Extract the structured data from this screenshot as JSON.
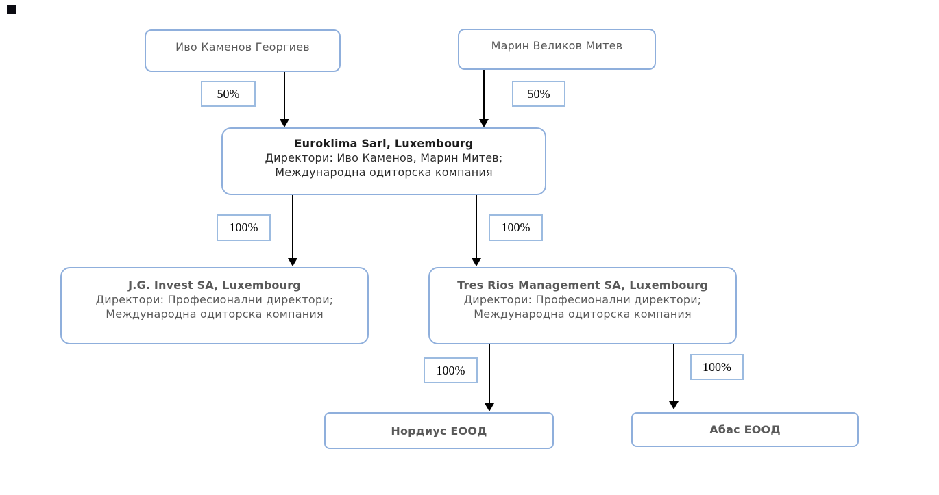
{
  "diagram": {
    "type": "ownership-structure-chart",
    "colors": {
      "node_border": "#8FAFDC",
      "label_border": "#9CBBE0",
      "node_text": "#595959",
      "dark_text": "#1c1c1c",
      "arrow": "#000000",
      "background": "#ffffff"
    },
    "nodes": {
      "person1": {
        "label": "Иво Каменов Георгиев"
      },
      "person2": {
        "label": "Марин Великов Митев"
      },
      "euroklima": {
        "title": "Euroklima Sarl, Luxembourg",
        "line2": "Директори: Иво Каменов, Марин Митев;",
        "line3": "Международна одиторска компания"
      },
      "jginvest": {
        "title": "J.G. Invest SA, Luxembourg",
        "line2": "Директори: Професионални директори;",
        "line3": "Международна одиторска компания"
      },
      "tresrios": {
        "title": "Tres Rios Management SA, Luxembourg",
        "line2": "Директори: Професионални директори;",
        "line3": "Международна одиторска компания"
      },
      "nordius": {
        "label": "Нордиус ЕООД"
      },
      "abas": {
        "label": "Абас ЕООД"
      }
    },
    "edge_labels": {
      "person1_to_euroklima": "50%",
      "person2_to_euroklima": "50%",
      "euroklima_to_jginvest": "100%",
      "euroklima_to_tresrios": "100%",
      "tresrios_to_nordius": "100%",
      "tresrios_to_abas": "100%"
    }
  }
}
